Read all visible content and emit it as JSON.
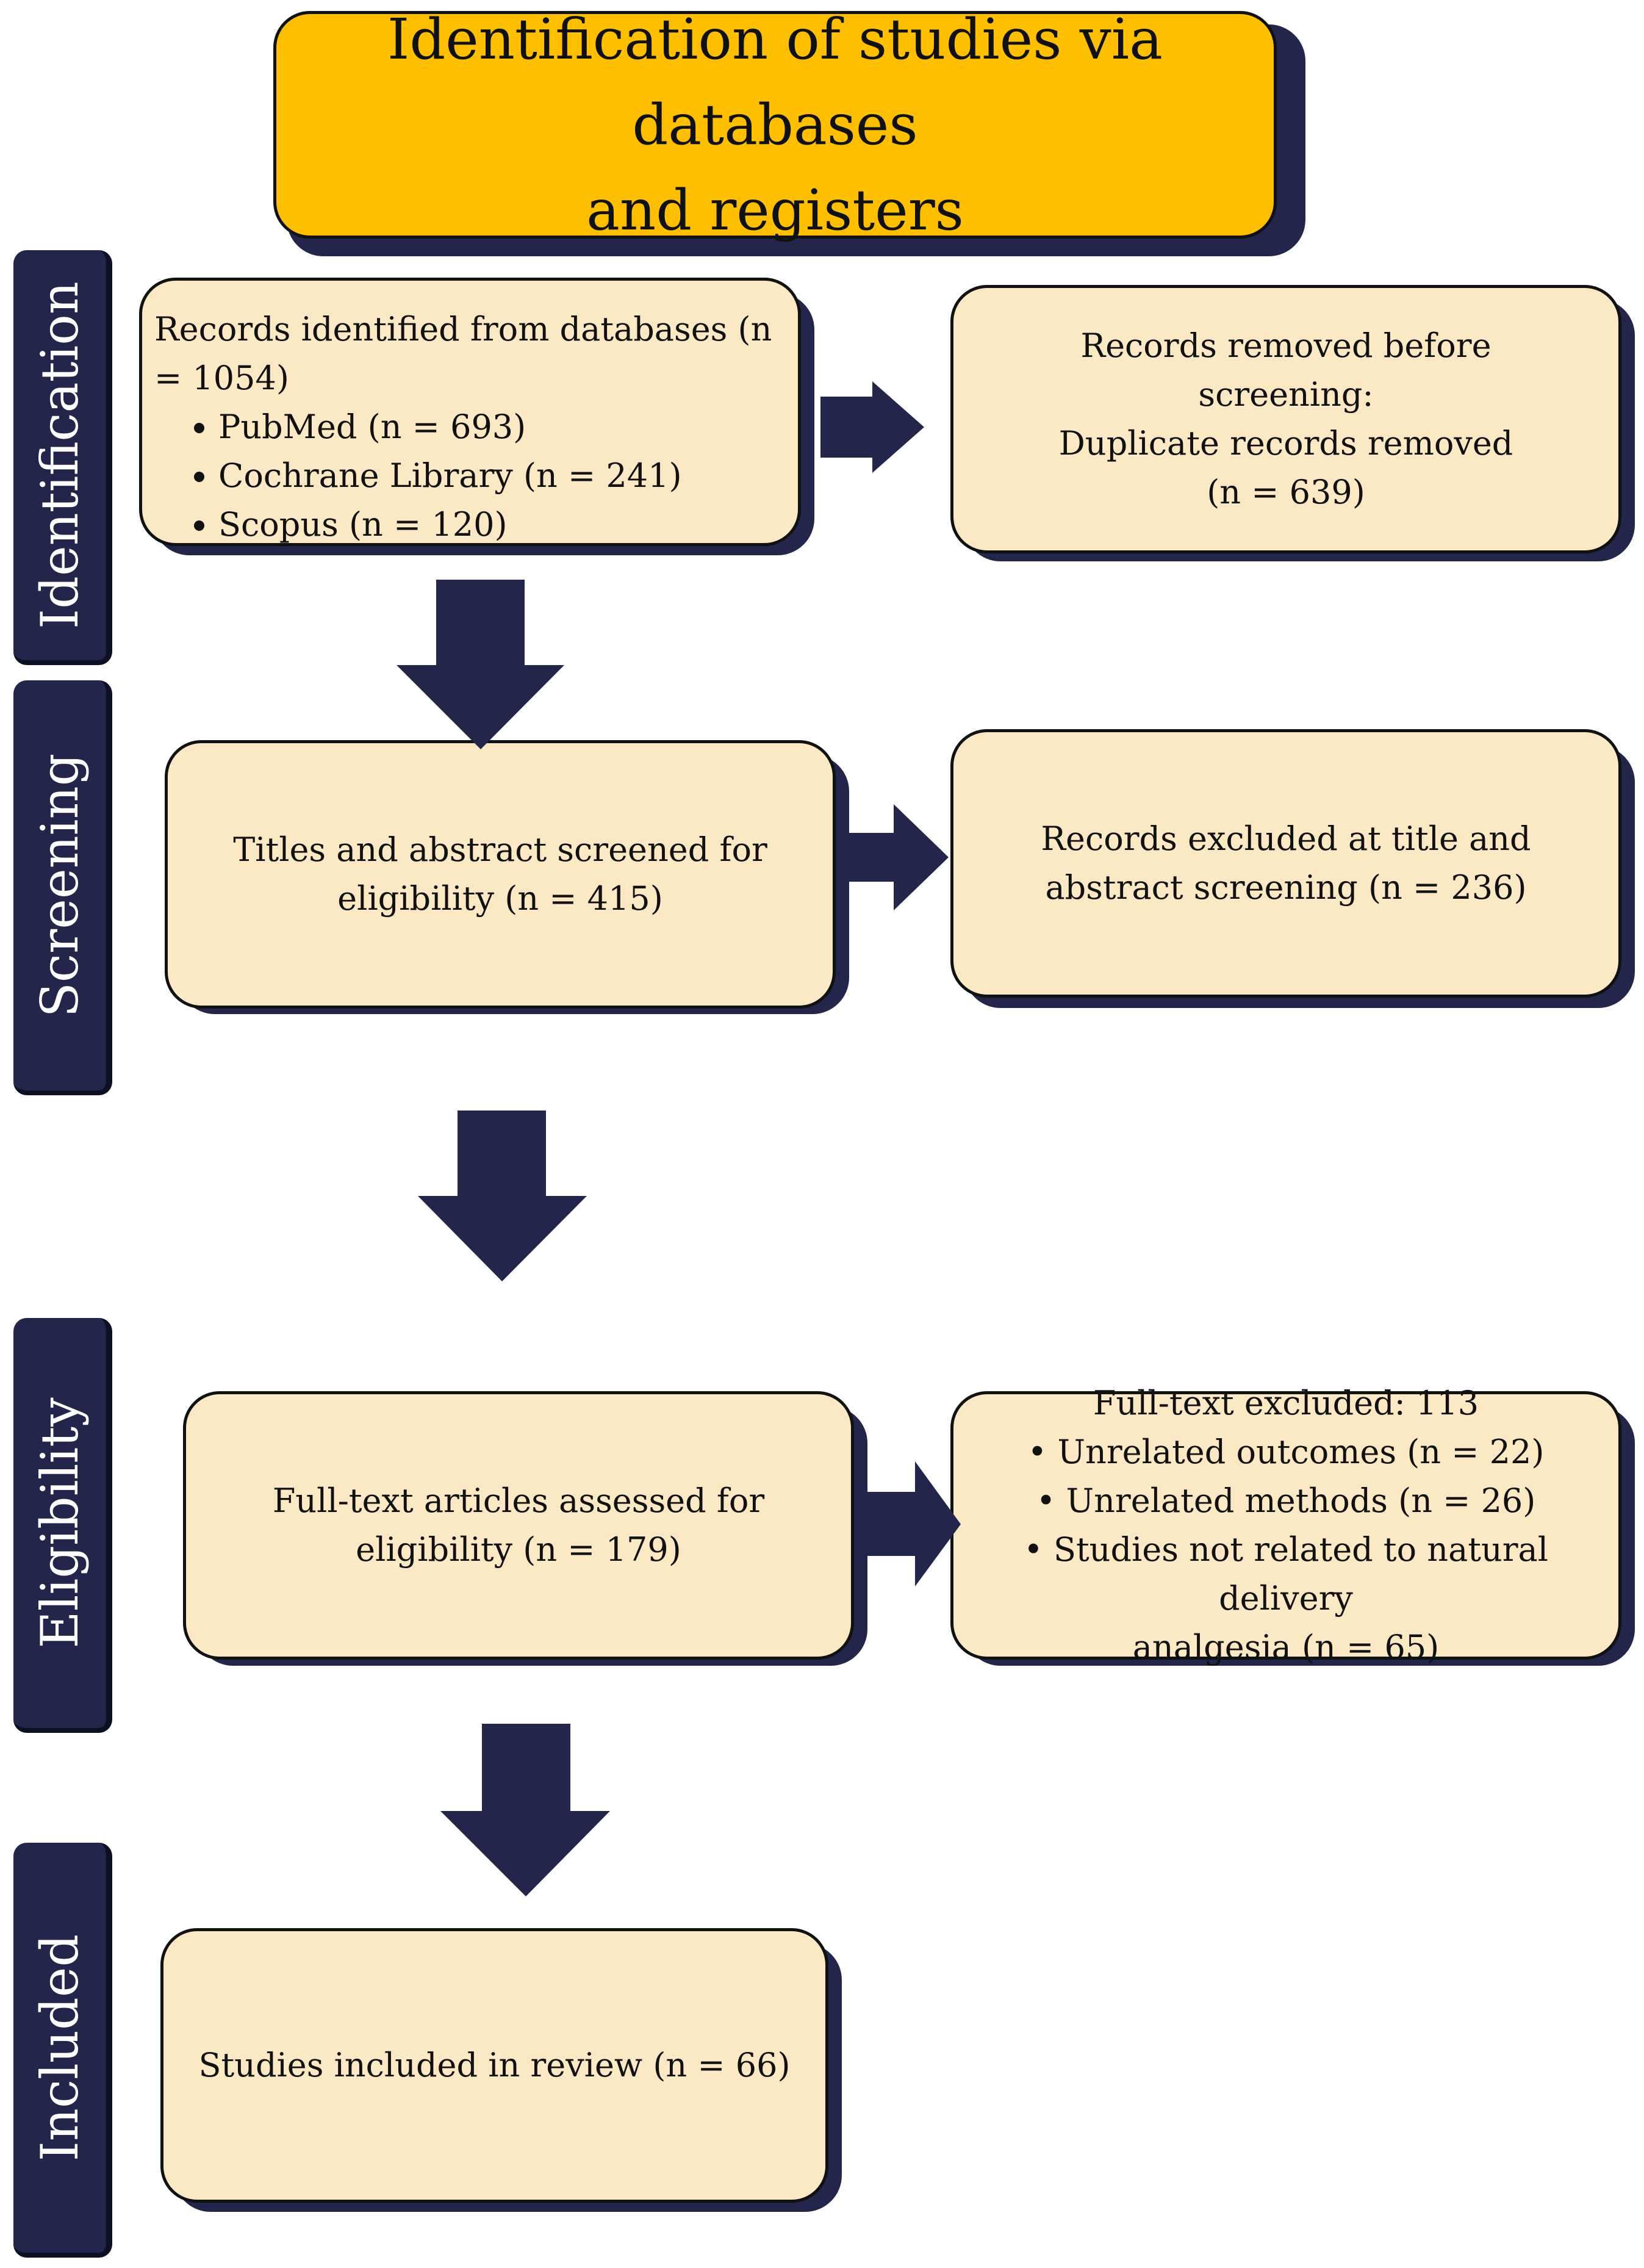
{
  "title": {
    "line1": "Identification of studies via databases",
    "line2": "and registers"
  },
  "stages": {
    "identification": "Identification",
    "screening": "Screening",
    "eligibility": "Eligibility",
    "included": "Included"
  },
  "records_identified": {
    "heading": "Records identified from databases (n = 1054)",
    "items": [
      "PubMed (n = 693)",
      "Cochrane Library (n = 241)",
      "Scopus (n = 120)"
    ]
  },
  "records_removed": {
    "lines": [
      "Records removed before",
      "screening:",
      "Duplicate records removed",
      "(n = 639)"
    ]
  },
  "titles_screened": {
    "lines": [
      "Titles and abstract screened for",
      "eligibility (n = 415)"
    ]
  },
  "records_excluded": {
    "lines": [
      "Records excluded at title and",
      "abstract screening (n = 236)"
    ]
  },
  "fulltext_assessed": {
    "lines": [
      "Full-text articles assessed for",
      "eligibility (n = 179)"
    ]
  },
  "fulltext_excluded": {
    "lines": [
      "Full-text excluded: 113",
      "• Unrelated outcomes (n = 22)",
      "• Unrelated methods (n = 26)",
      "• Studies not related to natural delivery",
      "analgesia (n = 65)"
    ]
  },
  "studies_included": {
    "text": "Studies included in review (n = 66)"
  },
  "colors": {
    "navy": "#23264a",
    "box_fill": "#fbe8c4",
    "title_fill": "#fdbf00"
  }
}
